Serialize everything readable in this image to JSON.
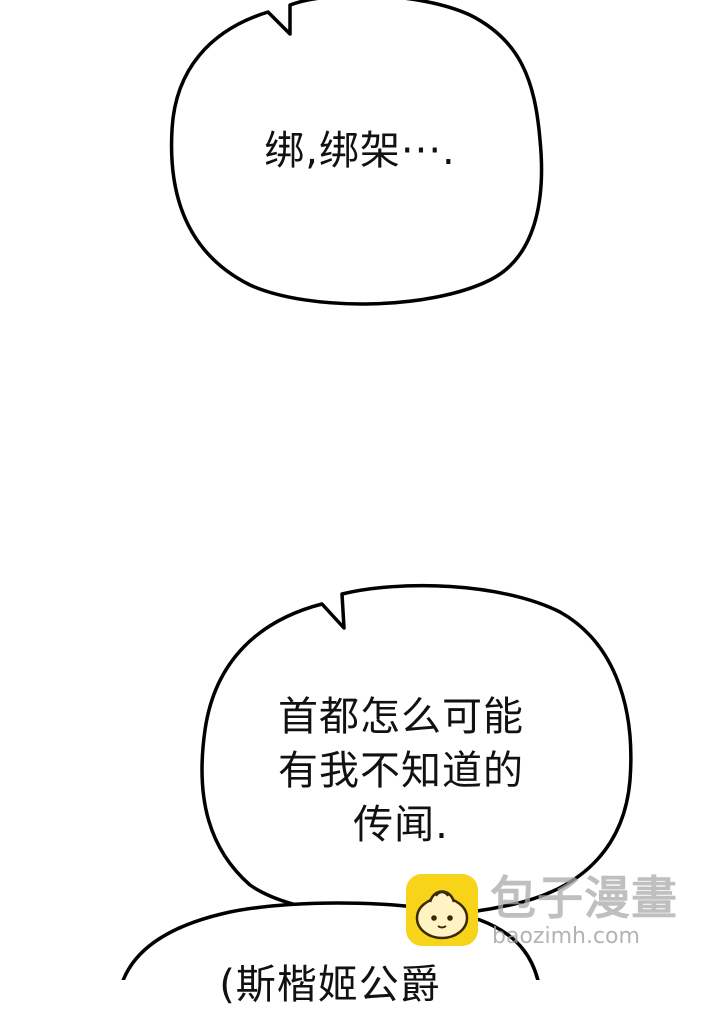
{
  "bubbles": {
    "first": {
      "text": "绑,绑架···."
    },
    "second": {
      "lines": [
        "首都怎么可能",
        "有我不知道的",
        "传闻."
      ]
    },
    "third": {
      "text": "(斯楷姬公爵"
    }
  },
  "watermark": {
    "title": "包子漫畫",
    "url": "baozimh.com",
    "logo_icon": "bun-mascot-icon",
    "logo_color": "#f7d31a"
  },
  "colors": {
    "background": "#ffffff",
    "bubble_outline": "#000000",
    "text": "#111111"
  }
}
